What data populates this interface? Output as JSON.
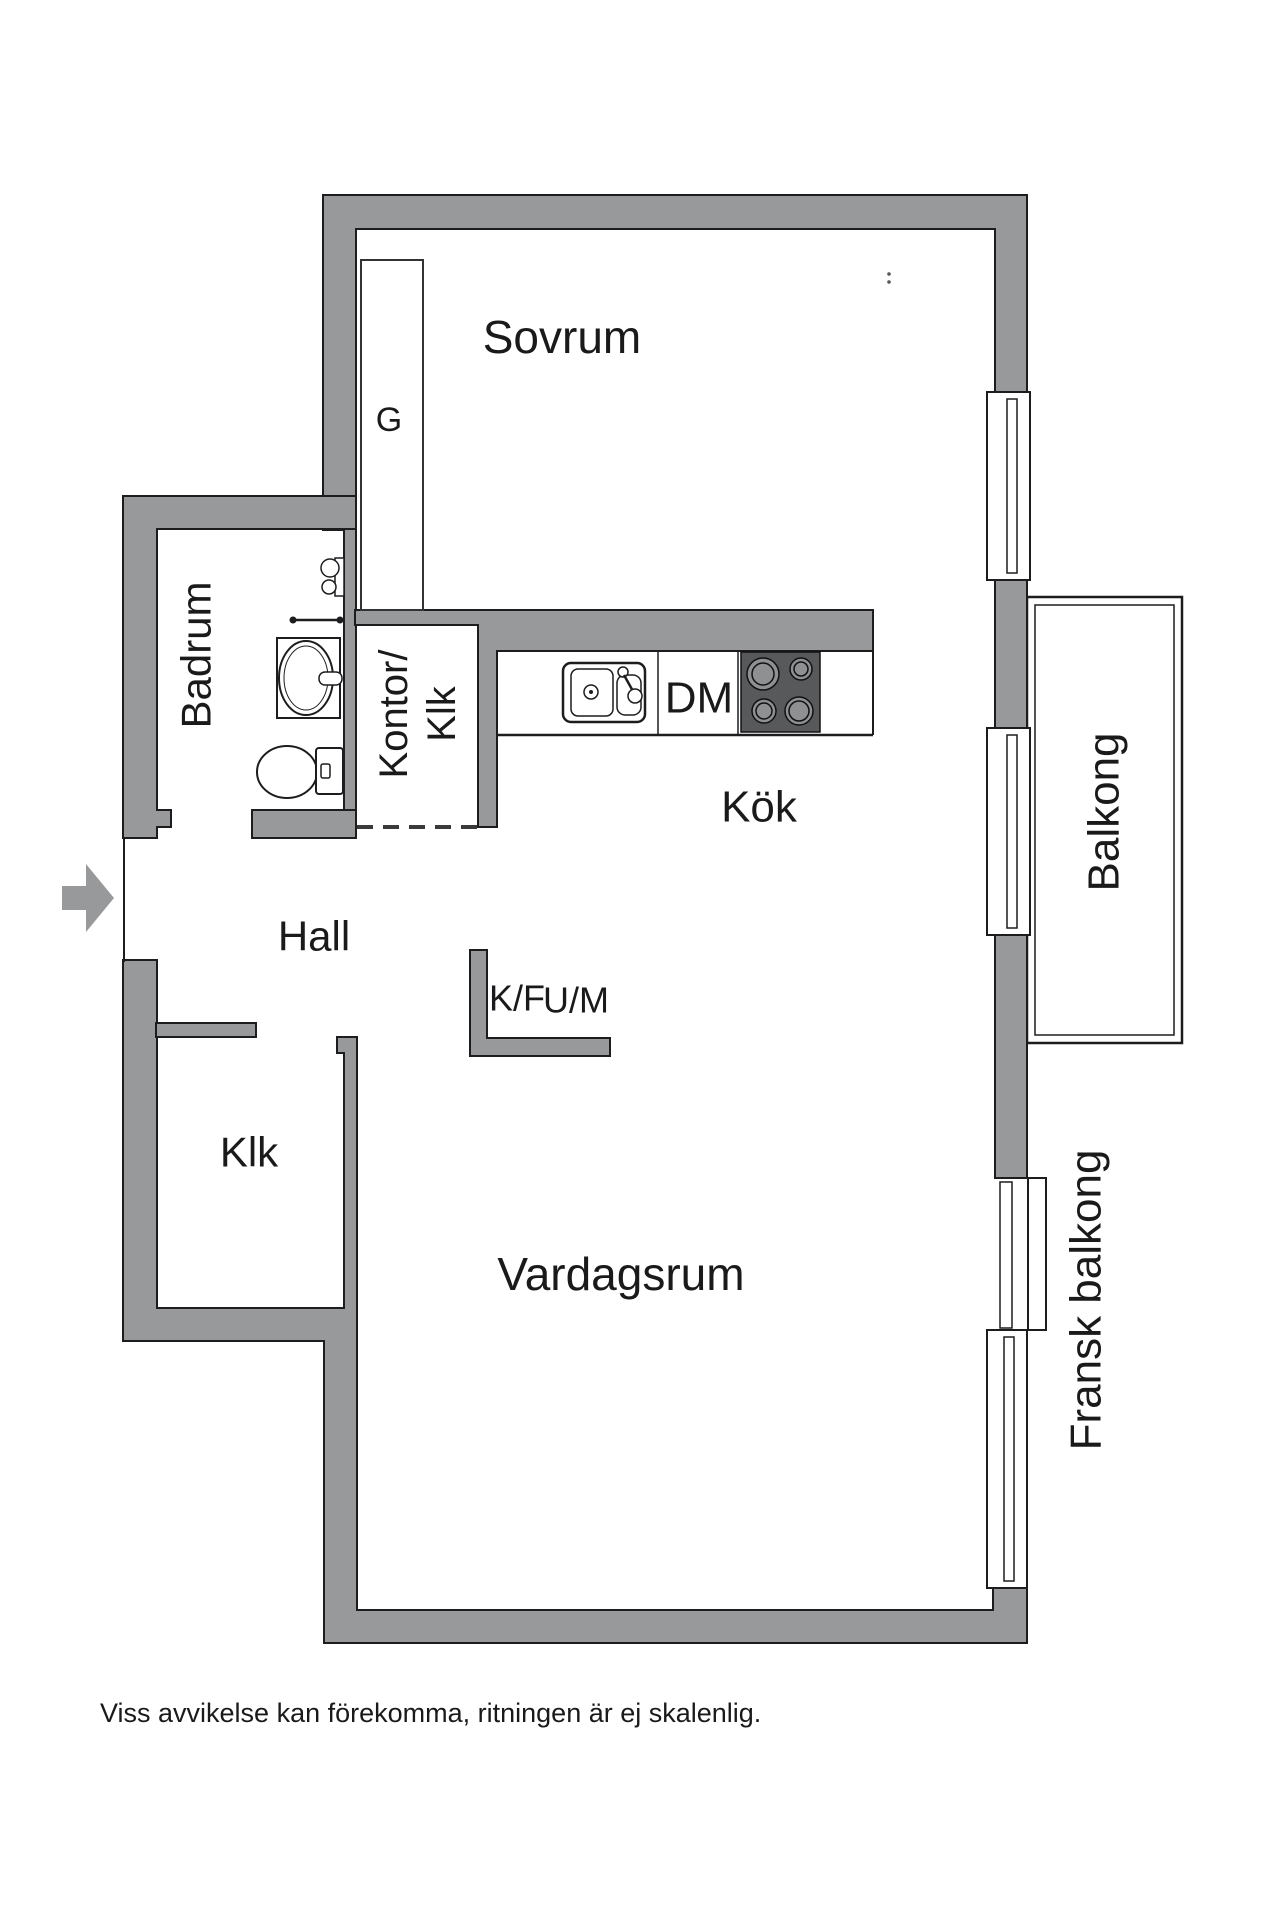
{
  "colors": {
    "wall_gray": "#97999b",
    "outline": "#1d1d1f",
    "stove_dark": "#58595b",
    "burner_gray": "#8e9092",
    "text": "#1a1a1a",
    "background": "#ffffff"
  },
  "labels": {
    "sovrum": "Sovrum",
    "badrum": "Badrum",
    "kontor_line1": "Kontor/",
    "kontor_line2": "Klk",
    "hall": "Hall",
    "klk": "Klk",
    "kok": "Kök",
    "vardagsrum": "Vardagsrum",
    "balkong": "Balkong",
    "fransk_balkong": "Fransk balkong"
  },
  "fixtures": {
    "wardrobe": "G",
    "dishwasher": "DM",
    "fridge_freezer": "K/F",
    "oven_microwave": "U/M"
  },
  "footnote": "Viss avvikelse kan förekomma, ritningen är ej skalenlig."
}
